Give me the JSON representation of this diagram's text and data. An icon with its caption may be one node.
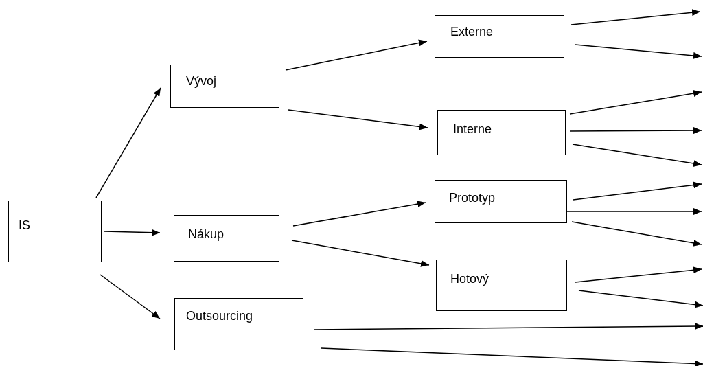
{
  "diagram": {
    "nodes": [
      {
        "text": [
          "IS"
        ]
      },
      {
        "text": [
          "Vývoj"
        ]
      },
      {
        "text": [
          "Nákup"
        ]
      },
      {
        "text": [
          "Outsourcing"
        ]
      },
      {
        "text": [
          "Externe"
        ]
      },
      {
        "text": [
          "Interne"
        ]
      },
      {
        "text": [
          "Prototyp"
        ]
      },
      {
        "text": [
          "Hotový"
        ]
      }
    ],
    "edges": [
      {
        "from": 0,
        "to": 1,
        "arrow": "to"
      },
      {
        "from": 0,
        "to": 2,
        "arrow": "to"
      },
      {
        "from": 0,
        "to": 3,
        "arrow": "to"
      },
      {
        "from": 1,
        "to": 4,
        "arrow": "to"
      },
      {
        "from": 1,
        "to": 5,
        "arrow": "to"
      },
      {
        "from": 2,
        "to": 6,
        "arrow": "to"
      },
      {
        "from": 2,
        "to": 7,
        "arrow": "to"
      },
      {
        "from": 4,
        "to": null,
        "arrow": "to"
      },
      {
        "from": 4,
        "to": null,
        "arrow": "to"
      },
      {
        "from": 5,
        "to": null,
        "arrow": "to"
      },
      {
        "from": 5,
        "to": null,
        "arrow": "to"
      },
      {
        "from": 5,
        "to": null,
        "arrow": "to"
      },
      {
        "from": 6,
        "to": null,
        "arrow": "to"
      },
      {
        "from": 6,
        "to": null,
        "arrow": "to"
      },
      {
        "from": 6,
        "to": null,
        "arrow": "to"
      },
      {
        "from": 7,
        "to": null,
        "arrow": "to"
      },
      {
        "from": 7,
        "to": null,
        "arrow": "to"
      },
      {
        "from": 3,
        "to": null,
        "arrow": "to"
      },
      {
        "from": 3,
        "to": null,
        "arrow": "to"
      }
    ]
  }
}
